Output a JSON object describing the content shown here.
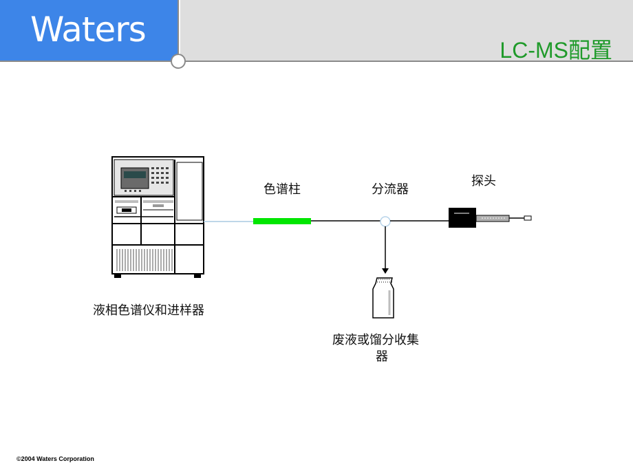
{
  "header": {
    "logo_text": "Waters",
    "slide_title": "LC-MS配置"
  },
  "colors": {
    "logo_bg": "#3d85e8",
    "title_color": "#1f9a2a",
    "column_green": "#00e600"
  },
  "diagram": {
    "lc_label": "液相色谱仪和进样器",
    "column_label": "色谱柱",
    "splitter_label": "分流器",
    "probe_label": "探头",
    "waste_label_line1": "废液或馏分收集",
    "waste_label_line2": "器"
  },
  "footer": {
    "copyright": "©2004 Waters Corporation"
  }
}
